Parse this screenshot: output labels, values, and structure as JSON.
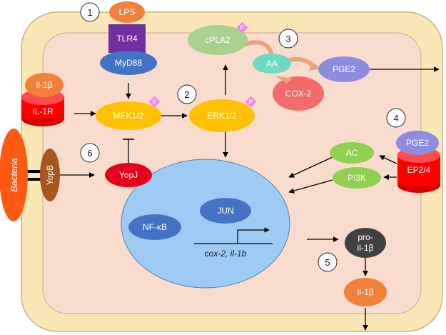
{
  "receptors": {
    "lps": "LPS",
    "tlr4": "TLR4",
    "myd88": "MyD88",
    "il1b_ligand": "Il-1β",
    "il1r": "IL-1R",
    "pge2_ligand": "PGE2",
    "ep24": "EP2/4",
    "yopb": "YopB"
  },
  "pathway": {
    "mek12": "MEK1/2",
    "erk12": "ERK1/2",
    "cpla2": "cPLA2",
    "aa": "AA",
    "cox2": "COX-2",
    "pge2_product": "PGE2",
    "yopj": "YopJ",
    "ac": "AC",
    "pi3k": "PI3K",
    "phospho": "P"
  },
  "nucleus": {
    "nfkb": "NF-κB",
    "jun": "JUN",
    "genes": "cox-2, il-1b"
  },
  "outputs": {
    "pro_line1": "pro-",
    "pro_line2": "il-1β",
    "il1b_secreted": "Il-1β"
  },
  "bacteria": "Bacteria",
  "step_numbers": [
    "1",
    "2",
    "3",
    "4",
    "5",
    "6"
  ],
  "colors": {
    "membrane": "#fbe7b5",
    "cytoplasm": "#f9dccd",
    "nucleus": "#9dcbf3",
    "kinase": "#ffc000",
    "receptor_red": "#ff0000",
    "ligand_orange": "#f0803a",
    "tlr_purple": "#7030a0",
    "myd88_blue": "#4472c4",
    "cpla2_green": "#a9d18e",
    "aa_teal": "#6fdac1",
    "cox2_red": "#f36b6b",
    "pge2_lavender": "#8e8cdf",
    "green_box": "#92d050",
    "pro_gray": "#404040",
    "bacteria_orange": "#ff5a14",
    "yopb_brown": "#a9561e",
    "phospho_pink": "#ee82ee"
  }
}
